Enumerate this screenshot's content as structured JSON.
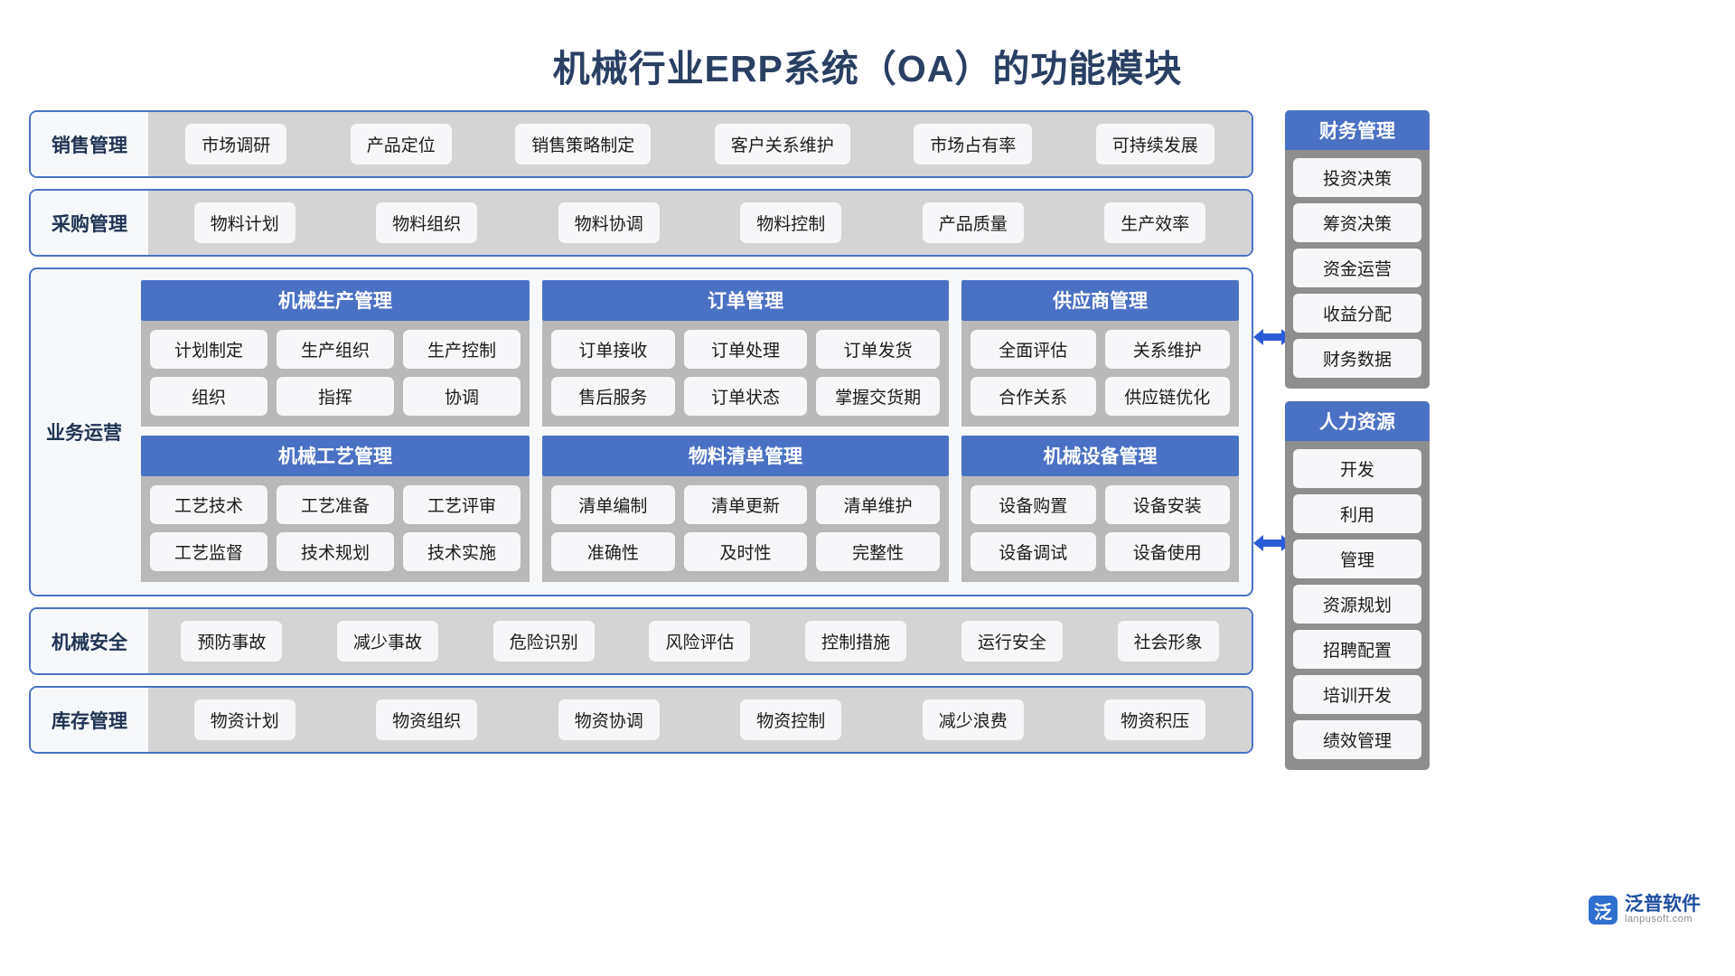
{
  "page": {
    "title": "机械行业ERP系统（OA）的功能模块",
    "accent_blue": "#4a72c4",
    "title_color": "#2a3f63",
    "chip_bg": "#f7f7f9",
    "band_body_bg": "#d4d4d4",
    "module_body_bg": "#b9b9b9",
    "sidebar_bg": "#8e8e8e",
    "arrow_color": "#2a5bd7"
  },
  "bands": [
    {
      "label": "销售管理",
      "items": [
        "市场调研",
        "产品定位",
        "销售策略制定",
        "客户关系维护",
        "市场占有率",
        "可持续发展"
      ]
    },
    {
      "label": "采购管理",
      "items": [
        "物料计划",
        "物料组织",
        "物料协调",
        "物料控制",
        "产品质量",
        "生产效率"
      ]
    }
  ],
  "operations": {
    "label": "业务运营",
    "modules": [
      {
        "title": "机械生产管理",
        "rows": [
          [
            "计划制定",
            "生产组织",
            "生产控制"
          ],
          [
            "组织",
            "指挥",
            "协调"
          ]
        ]
      },
      {
        "title": "订单管理",
        "rows": [
          [
            "订单接收",
            "订单处理",
            "订单发货"
          ],
          [
            "售后服务",
            "订单状态",
            "掌握交货期"
          ]
        ]
      },
      {
        "title": "供应商管理",
        "rows": [
          [
            "全面评估",
            "关系维护"
          ],
          [
            "合作关系",
            "供应链优化"
          ]
        ]
      },
      {
        "title": "机械工艺管理",
        "rows": [
          [
            "工艺技术",
            "工艺准备",
            "工艺评审"
          ],
          [
            "工艺监督",
            "技术规划",
            "技术实施"
          ]
        ]
      },
      {
        "title": "物料清单管理",
        "rows": [
          [
            "清单编制",
            "清单更新",
            "清单维护"
          ],
          [
            "准确性",
            "及时性",
            "完整性"
          ]
        ]
      },
      {
        "title": "机械设备管理",
        "rows": [
          [
            "设备购置",
            "设备安装"
          ],
          [
            "设备调试",
            "设备使用"
          ]
        ]
      }
    ]
  },
  "bottom_bands": [
    {
      "label": "机械安全",
      "items": [
        "预防事故",
        "减少事故",
        "危险识别",
        "风险评估",
        "控制措施",
        "运行安全",
        "社会形象"
      ]
    },
    {
      "label": "库存管理",
      "items": [
        "物资计划",
        "物资组织",
        "物资协调",
        "物资控制",
        "减少浪费",
        "物资积压"
      ]
    }
  ],
  "sidebars": [
    {
      "title": "财务管理",
      "items": [
        "投资决策",
        "筹资决策",
        "资金运营",
        "收益分配",
        "财务数据"
      ]
    },
    {
      "title": "人力资源",
      "items": [
        "开发",
        "利用",
        "管理",
        "资源规划",
        "招聘配置",
        "培训开发",
        "绩效管理"
      ]
    }
  ],
  "logo": {
    "mark": "泛",
    "name": "泛普软件",
    "url": "lanpusoft.com"
  }
}
